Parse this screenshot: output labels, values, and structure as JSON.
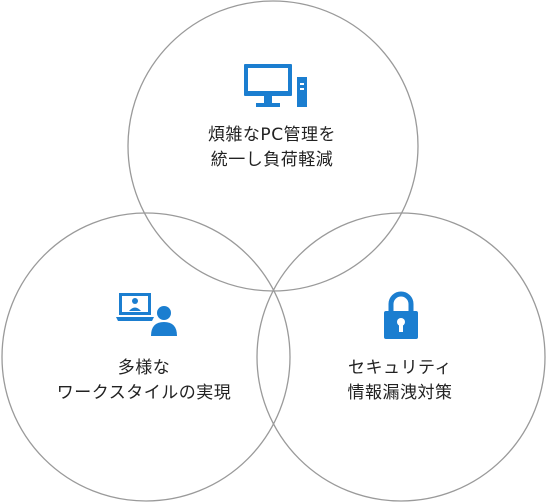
{
  "colors": {
    "circle_stroke": "#9a9a9a",
    "icon_blue": "#1b7ed0",
    "text": "#222222"
  },
  "circles": [
    {
      "id": "top",
      "icon": "desktop-pc-icon",
      "lines": [
        "煩雑なPC管理を",
        "統一し負荷軽減"
      ]
    },
    {
      "id": "left",
      "icon": "laptop-user-icon",
      "lines": [
        "多様な",
        "ワークスタイルの実現"
      ]
    },
    {
      "id": "right",
      "icon": "padlock-icon",
      "lines": [
        "セキュリティ",
        "情報漏洩対策"
      ]
    }
  ]
}
